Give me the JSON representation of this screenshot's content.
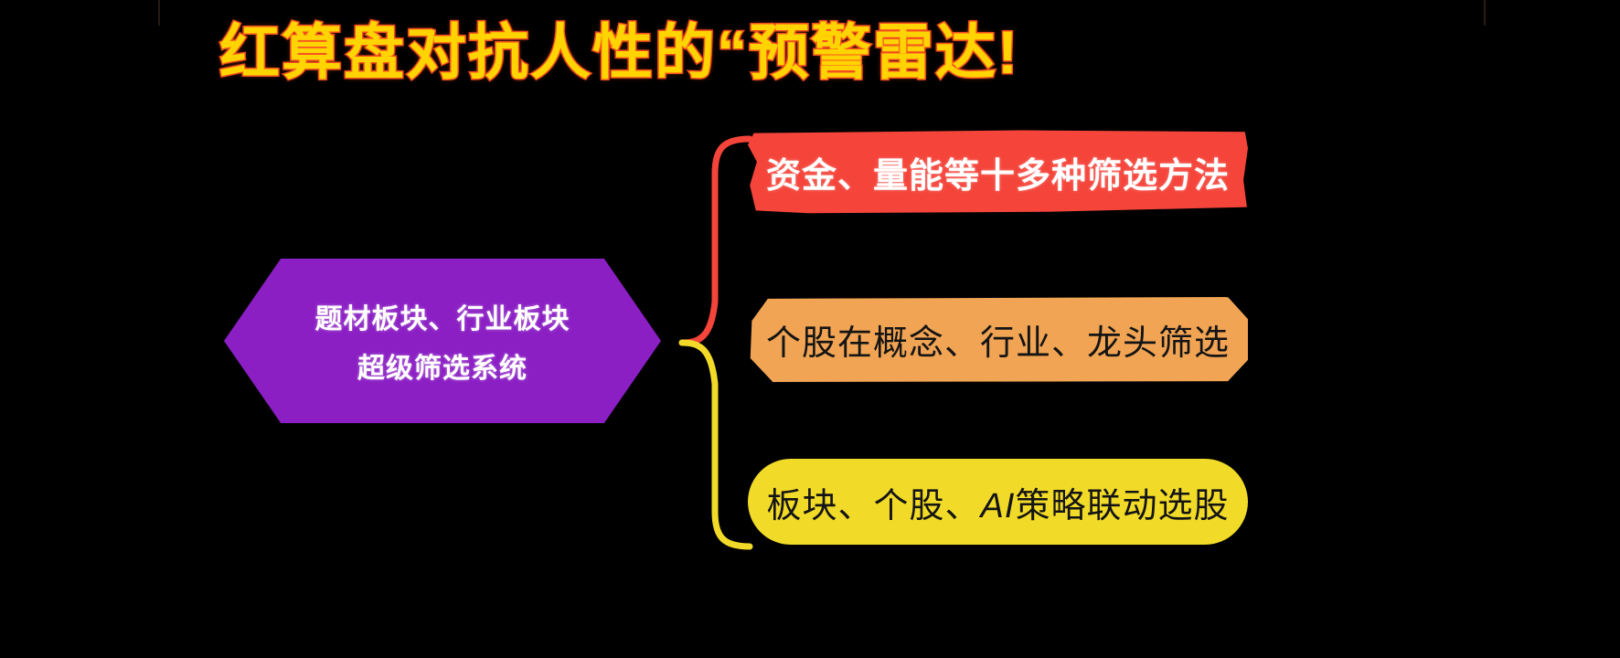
{
  "slide": {
    "background_color": "#000000",
    "title": "红算盘对抗人性的“预警雷达!",
    "title_fill_color": "#FFD400",
    "title_outline_color": "#E8461E"
  },
  "hexagon": {
    "fill_color": "#8B1FC4",
    "text_color": "#FFFFFF",
    "line1": "题材板块、行业板块",
    "line2": "超级筛选系统"
  },
  "callouts": [
    {
      "id": "red",
      "text": "资金、量能等十多种筛选方法",
      "fill_color": "#F5453B",
      "text_color": "#FFFFFF",
      "shape": "rough-rectangle"
    },
    {
      "id": "orange",
      "text": "个股在概念、行业、龙头筛选",
      "fill_color": "#F0A454",
      "text_color": "#141414",
      "shape": "rounded-slab"
    },
    {
      "id": "yellow",
      "text_before": "板块、个股、",
      "text_italic": "AI",
      "text_after": "策略联动选股",
      "text": "板块、个股、AI策略联动选股",
      "fill_color": "#F2DB28",
      "text_color": "#141414",
      "shape": "pill"
    }
  ],
  "connectors": [
    {
      "id": "connector-red",
      "color": "#F5453B",
      "from": "hexagon",
      "to": "red"
    },
    {
      "id": "connector-yellow",
      "color": "#F2DB28",
      "from": "hexagon",
      "to": "yellow"
    }
  ]
}
